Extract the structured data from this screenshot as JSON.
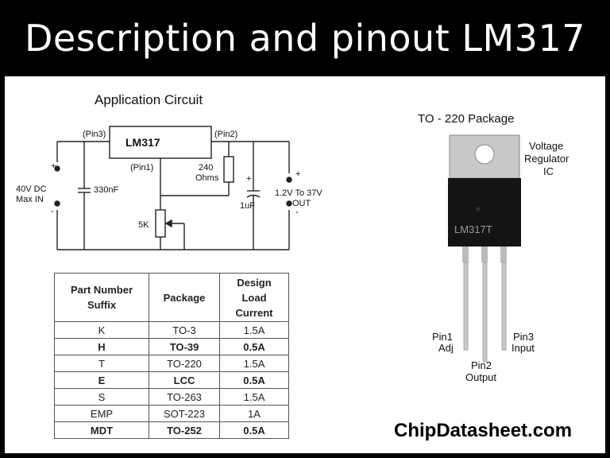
{
  "title": "Description and pinout LM317",
  "circuit": {
    "heading": "Application Circuit",
    "ic_label": "LM317",
    "pin3_label": "(Pin3)",
    "pin2_label": "(Pin2)",
    "pin1_label": "(Pin1)",
    "input_label_1": "40V DC",
    "input_label_2": "Max IN",
    "output_label_1": "1.2V To 37V",
    "output_label_2": "OUT",
    "plus": "+",
    "minus": "-",
    "cap_in": "330nF",
    "resistor_label_1": "240",
    "resistor_label_2": "Ohms",
    "cap_out": "1uF",
    "pot_label": "5K"
  },
  "table": {
    "headers": [
      "Part Number\nSuffix",
      "Package",
      "Design\nLoad\nCurrent"
    ],
    "rows": [
      {
        "suffix": "K",
        "package": "TO-3",
        "current": "1.5A",
        "bold": false
      },
      {
        "suffix": "H",
        "package": "TO-39",
        "current": "0.5A",
        "bold": true
      },
      {
        "suffix": "T",
        "package": "TO-220",
        "current": "1.5A",
        "bold": false
      },
      {
        "suffix": "E",
        "package": "LCC",
        "current": "0.5A",
        "bold": true
      },
      {
        "suffix": "S",
        "package": "TO-263",
        "current": "1.5A",
        "bold": false
      },
      {
        "suffix": "EMP",
        "package": "SOT-223",
        "current": "1A",
        "bold": false
      },
      {
        "suffix": "MDT",
        "package": "TO-252",
        "current": "0.5A",
        "bold": true
      }
    ]
  },
  "package": {
    "heading": "TO - 220 Package",
    "chip_marking": "LM317T",
    "ic_note_1": "Voltage",
    "ic_note_2": "Regulator",
    "ic_note_3": "IC",
    "pin1_1": "Pin1",
    "pin1_2": "Adj",
    "pin2_1": "Pin2",
    "pin2_2": "Output",
    "pin3_1": "Pin3",
    "pin3_2": "Input"
  },
  "brand": "ChipDatasheet.com"
}
